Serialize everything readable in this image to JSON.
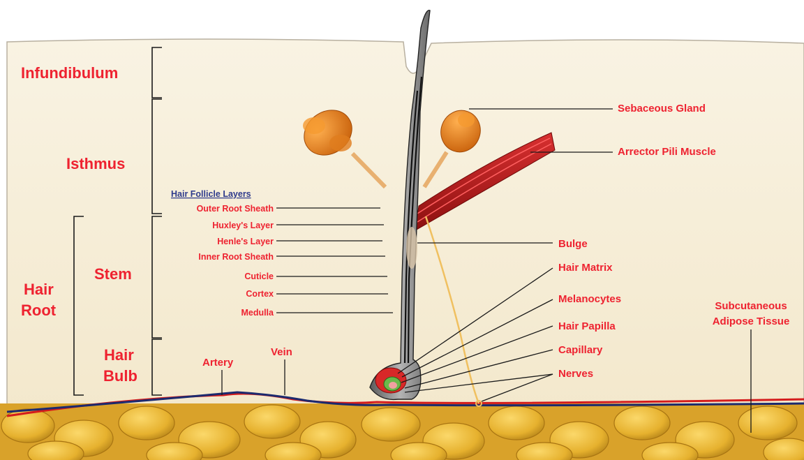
{
  "regions": {
    "infundibulum": "Infundibulum",
    "isthmus": "Isthmus",
    "stem": "Stem",
    "hair_root_line1": "Hair",
    "hair_root_line2": "Root",
    "hair_bulb_line1": "Hair",
    "hair_bulb_line2": "Bulb"
  },
  "layers": {
    "heading": "Hair Follicle Layers",
    "items": [
      "Outer Root Sheath",
      "Huxley's Layer",
      "Henle's Layer",
      "Inner Root Sheath",
      "Cuticle",
      "Cortex",
      "Medulla"
    ]
  },
  "right_labels": {
    "sebaceous_gland": "Sebaceous Gland",
    "arrector_pili": "Arrector Pili Muscle",
    "bulge": "Bulge",
    "hair_matrix": "Hair Matrix",
    "melanocytes": "Melanocytes",
    "hair_papilla": "Hair Papilla",
    "capillary": "Capillary",
    "nerves": "Nerves",
    "subcutaneous_line1": "Subcutaneous",
    "subcutaneous_line2": "Adipose Tissue"
  },
  "vessels": {
    "artery": "Artery",
    "vein": "Vein"
  },
  "colors": {
    "label_red": "#ee2230",
    "heading_blue": "#2e3a8c",
    "skin": "#f7efdb",
    "fat": "#e8b838",
    "muscle": "#b81a1a",
    "gland": "#e8801a",
    "follicle": "#8c8c8c"
  }
}
